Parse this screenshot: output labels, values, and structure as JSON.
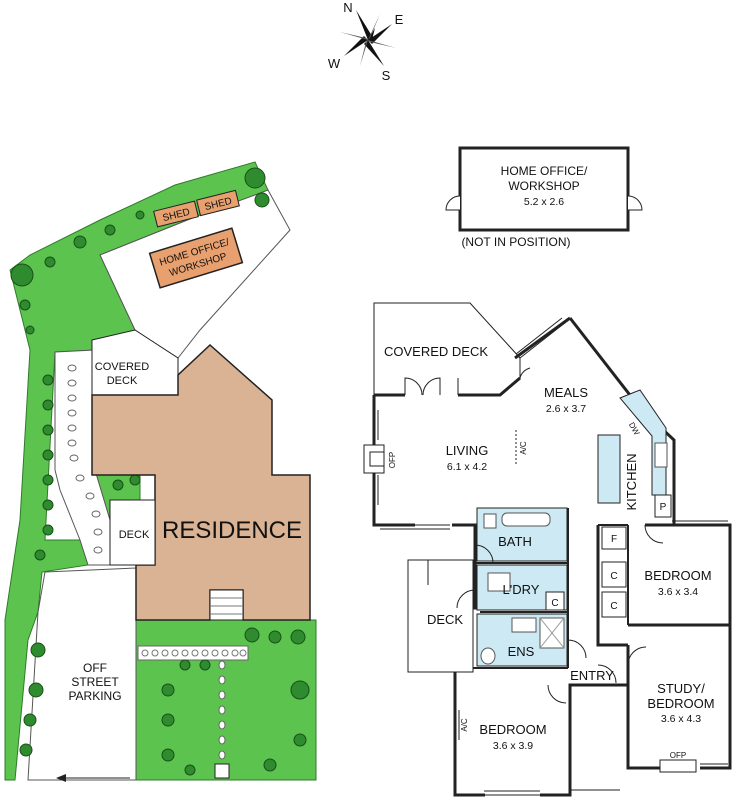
{
  "compass": {
    "n": "N",
    "e": "E",
    "s": "S",
    "w": "W"
  },
  "site": {
    "shed_1": "SHED",
    "shed_2": "SHED",
    "office_line1": "HOME OFFICE/",
    "office_line2": "WORKSHOP",
    "covered_deck_line1": "COVERED",
    "covered_deck_line2": "DECK",
    "deck": "DECK",
    "residence": "RESIDENCE",
    "parking_line1": "OFF",
    "parking_line2": "STREET",
    "parking_line3": "PARKING"
  },
  "office_plan": {
    "title_line1": "HOME OFFICE/",
    "title_line2": "WORKSHOP",
    "dims": "5.2 x 2.6",
    "note": "(NOT IN POSITION)"
  },
  "floor": {
    "covered_deck": "COVERED DECK",
    "meals": "MEALS",
    "meals_dims": "2.6 x 3.7",
    "living": "LIVING",
    "living_dims": "6.1 x 4.2",
    "ofp_living": "OFP",
    "ac_living": "A/C",
    "kitchen": "KITCHEN",
    "dw": "DW",
    "pantry": "P",
    "bath": "BATH",
    "laundry": "L'DRY",
    "ensuite": "ENS",
    "deck": "DECK",
    "entry": "ENTRY",
    "cup_f": "F",
    "cup_c1": "C",
    "cup_c2": "C",
    "cup_c3": "C",
    "bedroom1": "BEDROOM",
    "bedroom1_dims": "3.6 x 3.4",
    "study_line1": "STUDY/",
    "study_line2": "BEDROOM",
    "study_dims": "3.6 x 4.3",
    "ofp_study": "OFP",
    "bedroom2": "BEDROOM",
    "bedroom2_dims": "3.6 x 3.9",
    "ac_bedroom2": "A/C"
  }
}
